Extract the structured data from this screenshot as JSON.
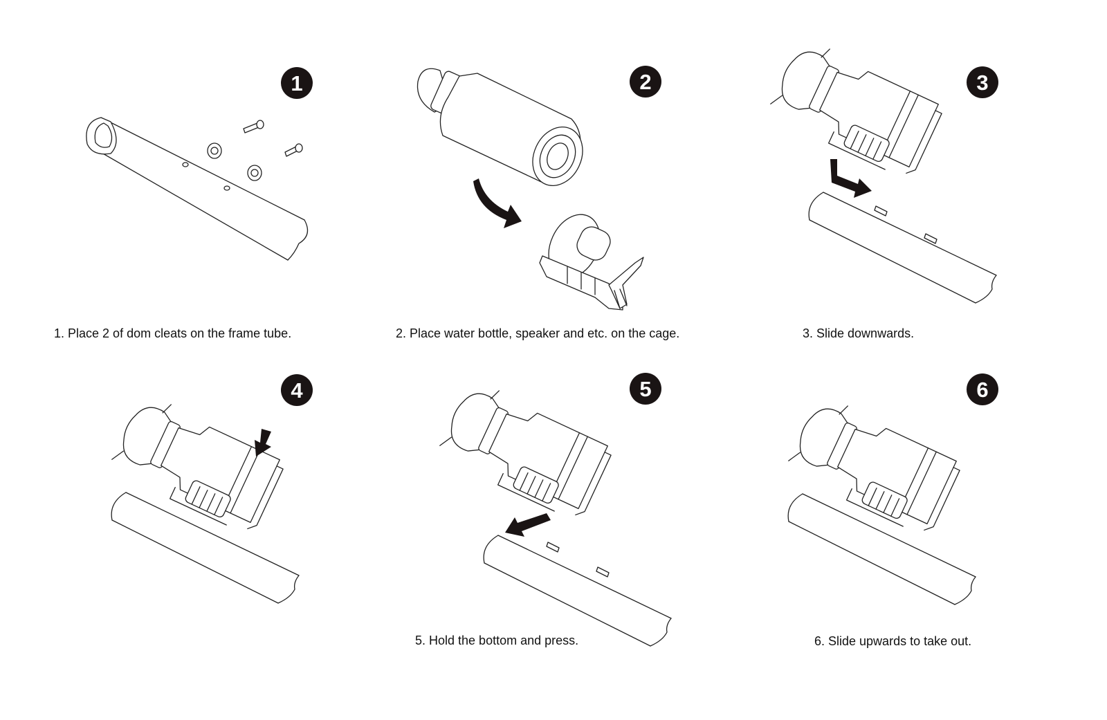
{
  "steps": [
    {
      "number": "1",
      "caption": "1. Place 2 of dom cleats on the frame tube."
    },
    {
      "number": "2",
      "caption": "2. Place water bottle, speaker and etc. on the cage."
    },
    {
      "number": "3",
      "caption": "3. Slide downwards."
    },
    {
      "number": "4",
      "caption": ""
    },
    {
      "number": "5",
      "caption": "5. Hold the bottom and press."
    },
    {
      "number": "6",
      "caption": "6. Slide upwards to take out."
    }
  ],
  "colors": {
    "badge": "#1a1414",
    "line": "#222222",
    "background": "#ffffff"
  }
}
